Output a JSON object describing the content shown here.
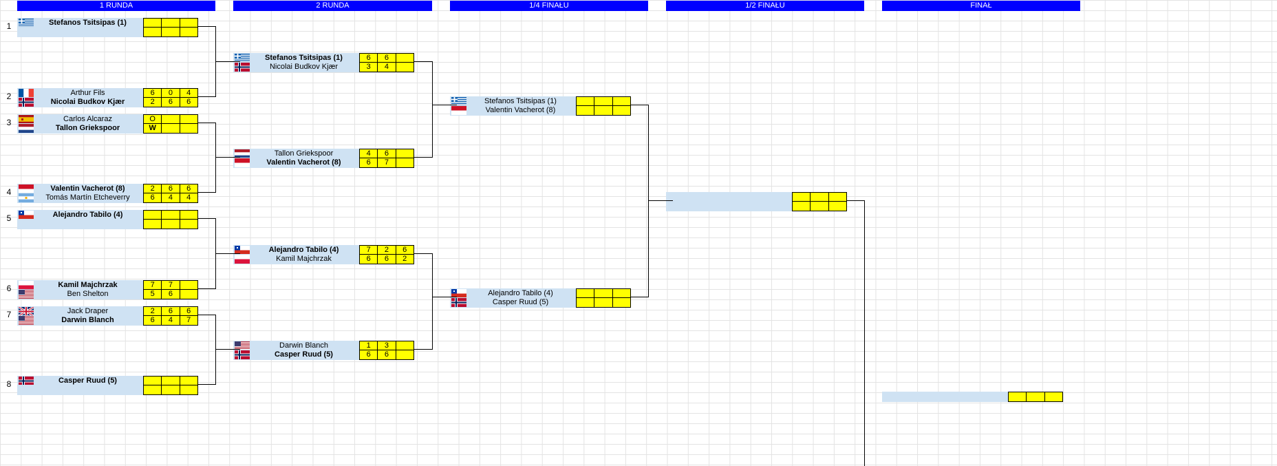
{
  "rounds": [
    "1 RUNDA",
    "2 RUNDA",
    "1/4 FINAŁU",
    "1/2 FINAŁU",
    "FINAŁ"
  ],
  "round1": [
    {
      "seed": "1",
      "players": [
        {
          "name": "Stefanos Tsitsipas (1)",
          "flag": "greece-flag",
          "bold": true,
          "scores": [
            "",
            "",
            ""
          ]
        },
        {
          "name": "",
          "flag": "",
          "bold": false,
          "scores": [
            "",
            "",
            ""
          ]
        }
      ]
    },
    {
      "seed": "2",
      "players": [
        {
          "name": "Arthur Fils",
          "flag": "france-flag",
          "bold": false,
          "scores": [
            "6",
            "0",
            "4"
          ]
        },
        {
          "name": "Nicolai Budkov Kjær",
          "flag": "norway-flag",
          "bold": true,
          "scores": [
            "2",
            "6",
            "6"
          ]
        }
      ]
    },
    {
      "seed": "3",
      "players": [
        {
          "name": "Carlos Alcaraz",
          "flag": "spain-flag",
          "bold": false,
          "scores": [
            "O",
            "",
            ""
          ]
        },
        {
          "name": "Tallon Griekspoor",
          "flag": "netherlands-flag",
          "bold": true,
          "scores": [
            "W",
            "",
            ""
          ]
        }
      ]
    },
    {
      "seed": "4",
      "players": [
        {
          "name": "Valentin Vacherot (8)",
          "flag": "monaco-flag",
          "bold": true,
          "scores": [
            "2",
            "6",
            "6"
          ]
        },
        {
          "name": "Tomás Martín Etcheverry",
          "flag": "argentina-flag",
          "bold": false,
          "scores": [
            "6",
            "4",
            "4"
          ]
        }
      ]
    },
    {
      "seed": "5",
      "players": [
        {
          "name": "Alejandro Tabilo (4)",
          "flag": "chile-flag",
          "bold": true,
          "scores": [
            "",
            "",
            ""
          ]
        },
        {
          "name": "",
          "flag": "",
          "bold": false,
          "scores": [
            "",
            "",
            ""
          ]
        }
      ]
    },
    {
      "seed": "6",
      "players": [
        {
          "name": "Kamil Majchrzak",
          "flag": "poland-flag",
          "bold": true,
          "scores": [
            "7",
            "7",
            ""
          ]
        },
        {
          "name": "Ben Shelton",
          "flag": "usa-flag",
          "bold": false,
          "scores": [
            "5",
            "6",
            ""
          ]
        }
      ]
    },
    {
      "seed": "7",
      "players": [
        {
          "name": "Jack Draper",
          "flag": "uk-flag",
          "bold": false,
          "scores": [
            "2",
            "6",
            "6"
          ]
        },
        {
          "name": "Darwin Blanch",
          "flag": "usa-flag",
          "bold": true,
          "scores": [
            "6",
            "4",
            "7"
          ]
        }
      ]
    },
    {
      "seed": "8",
      "players": [
        {
          "name": "Casper Ruud (5)",
          "flag": "norway-flag",
          "bold": true,
          "scores": [
            "",
            "",
            ""
          ]
        },
        {
          "name": "",
          "flag": "",
          "bold": false,
          "scores": [
            "",
            "",
            ""
          ]
        }
      ]
    }
  ],
  "round2": [
    {
      "players": [
        {
          "name": "Stefanos Tsitsipas (1)",
          "flag": "greece-flag",
          "bold": true,
          "scores": [
            "6",
            "6",
            ""
          ]
        },
        {
          "name": "Nicolai Budkov Kjær",
          "flag": "norway-flag",
          "bold": false,
          "scores": [
            "3",
            "4",
            ""
          ]
        }
      ]
    },
    {
      "players": [
        {
          "name": "Tallon Griekspoor",
          "flag": "netherlands-flag",
          "bold": false,
          "scores": [
            "4",
            "6",
            ""
          ]
        },
        {
          "name": "Valentin Vacherot (8)",
          "flag": "monaco-flag",
          "bold": true,
          "scores": [
            "6",
            "7",
            ""
          ]
        }
      ]
    },
    {
      "players": [
        {
          "name": "Alejandro Tabilo (4)",
          "flag": "chile-flag",
          "bold": true,
          "scores": [
            "7",
            "2",
            "6"
          ]
        },
        {
          "name": "Kamil Majchrzak",
          "flag": "poland-flag",
          "bold": false,
          "scores": [
            "6",
            "6",
            "2"
          ]
        }
      ]
    },
    {
      "players": [
        {
          "name": "Darwin Blanch",
          "flag": "usa-flag",
          "bold": false,
          "scores": [
            "1",
            "3",
            ""
          ]
        },
        {
          "name": "Casper Ruud (5)",
          "flag": "norway-flag",
          "bold": true,
          "scores": [
            "6",
            "6",
            ""
          ]
        }
      ]
    }
  ],
  "quarterfinals": [
    {
      "players": [
        {
          "name": "Stefanos Tsitsipas (1)",
          "flag": "greece-flag",
          "bold": false,
          "scores": [
            "",
            "",
            ""
          ]
        },
        {
          "name": "Valentin Vacherot (8)",
          "flag": "monaco-flag",
          "bold": false,
          "scores": [
            "",
            "",
            ""
          ]
        }
      ]
    },
    {
      "players": [
        {
          "name": "Alejandro Tabilo (4)",
          "flag": "chile-flag",
          "bold": false,
          "scores": [
            "",
            "",
            ""
          ]
        },
        {
          "name": "Casper Ruud (5)",
          "flag": "norway-flag",
          "bold": false,
          "scores": [
            "",
            "",
            ""
          ]
        }
      ]
    }
  ],
  "semifinals": [
    {
      "players": [
        {
          "name": "",
          "flag": "",
          "bold": false,
          "scores": [
            "",
            "",
            ""
          ]
        },
        {
          "name": "",
          "flag": "",
          "bold": false,
          "scores": [
            "",
            "",
            ""
          ]
        }
      ]
    }
  ],
  "final": [
    {
      "players": [
        {
          "name": "",
          "flag": "",
          "bold": false,
          "scores": [
            "",
            "",
            ""
          ]
        }
      ]
    }
  ],
  "colors": {
    "header_bg": "#0000ff",
    "player_bg": "#cfe2f3",
    "score_bg": "#ffff00"
  }
}
